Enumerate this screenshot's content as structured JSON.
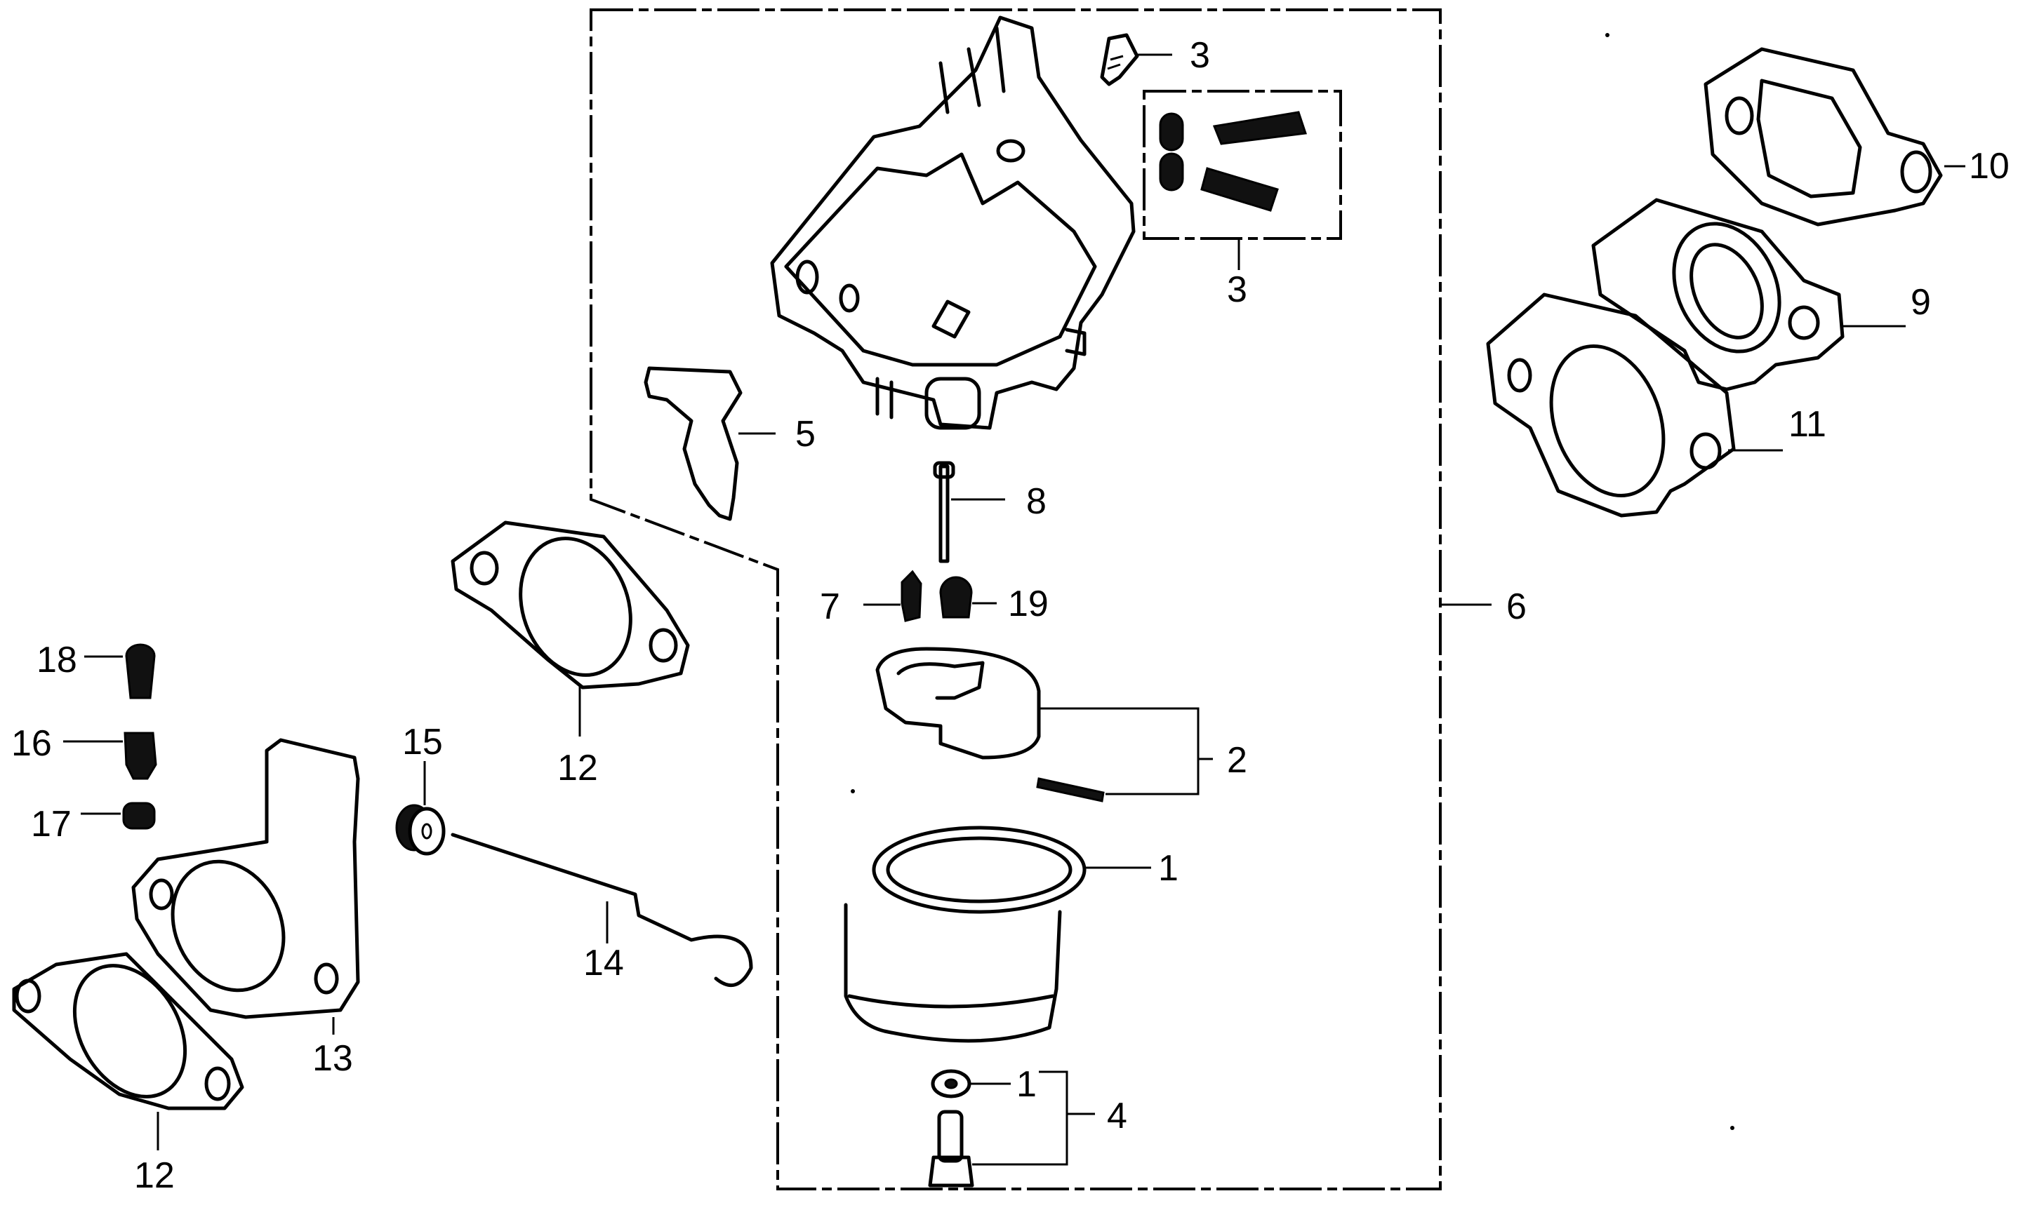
{
  "diagram": {
    "title": "Carburetor exploded parts diagram",
    "style": {
      "ink": "#000000",
      "paper": "#ffffff"
    },
    "assembly_box_label": "6",
    "callouts": [
      {
        "id": "c3a",
        "text": "3",
        "part": "screw"
      },
      {
        "id": "c3b",
        "text": "3",
        "part": "pilot-screw-set"
      },
      {
        "id": "c10",
        "text": "10",
        "part": "gasket"
      },
      {
        "id": "c9",
        "text": "9",
        "part": "insulator"
      },
      {
        "id": "c11",
        "text": "11",
        "part": "gasket"
      },
      {
        "id": "c5",
        "text": "5",
        "part": "throttle-lever"
      },
      {
        "id": "c8",
        "text": "8",
        "part": "needle-jet"
      },
      {
        "id": "c6",
        "text": "6",
        "part": "carburetor-assembly"
      },
      {
        "id": "c7",
        "text": "7",
        "part": "float-valve"
      },
      {
        "id": "c19",
        "text": "19",
        "part": "main-jet"
      },
      {
        "id": "c2",
        "text": "2",
        "part": "float-set"
      },
      {
        "id": "c1a",
        "text": "1",
        "part": "gasket-ring"
      },
      {
        "id": "c1b",
        "text": "1",
        "part": "washer"
      },
      {
        "id": "c4",
        "text": "4",
        "part": "drain-bolt-set"
      },
      {
        "id": "c18",
        "text": "18",
        "part": "screw"
      },
      {
        "id": "c16",
        "text": "16",
        "part": "joint"
      },
      {
        "id": "c17",
        "text": "17",
        "part": "nut"
      },
      {
        "id": "c15",
        "text": "15",
        "part": "grommet"
      },
      {
        "id": "c12a",
        "text": "12",
        "part": "gasket"
      },
      {
        "id": "c14",
        "text": "14",
        "part": "rod"
      },
      {
        "id": "c13",
        "text": "13",
        "part": "bracket"
      },
      {
        "id": "c12b",
        "text": "12",
        "part": "gasket"
      }
    ]
  }
}
